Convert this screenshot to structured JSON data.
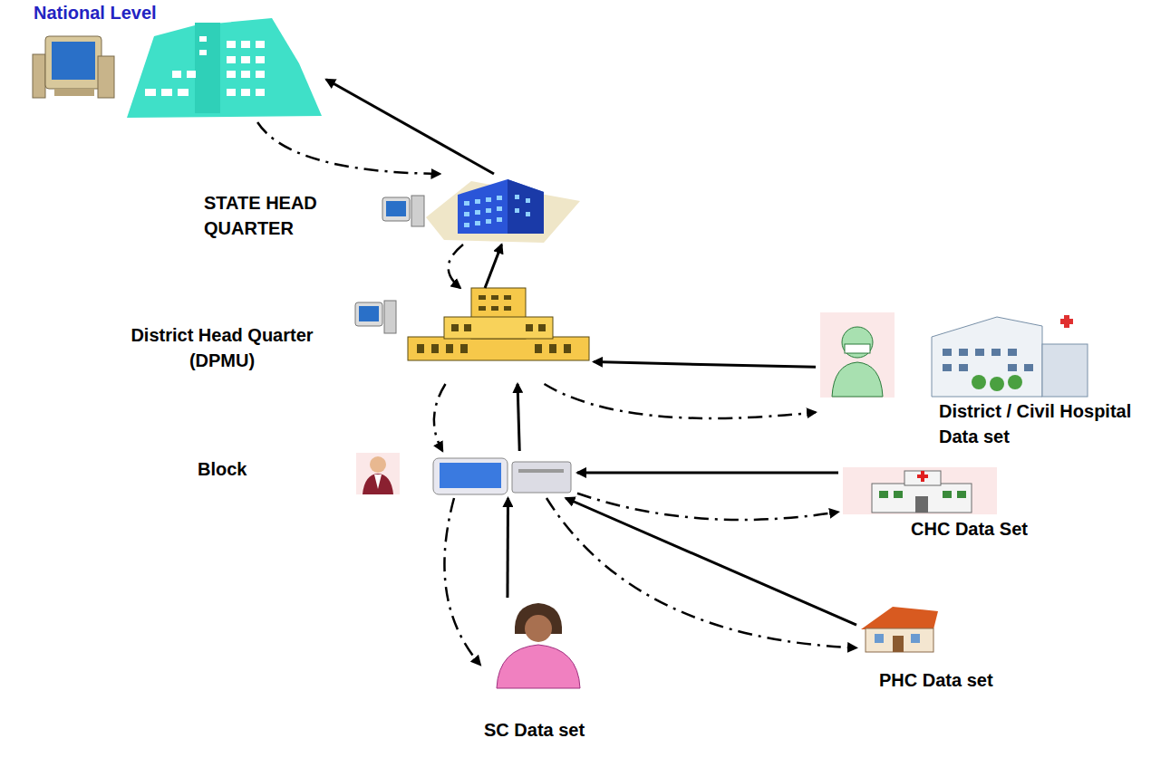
{
  "diagram": {
    "nodes": [
      {
        "text": [
          "National Level"
        ]
      },
      {
        "text": [
          "STATE HEAD QUARTER"
        ]
      },
      {
        "text": [
          "District Head Quarter (DPMU)"
        ]
      },
      {
        "text": [
          "Block"
        ]
      },
      {
        "text": [
          "District / Civil Hospital Data set"
        ]
      },
      {
        "text": [
          "CHC Data Set"
        ]
      },
      {
        "text": [
          "PHC Data set"
        ]
      },
      {
        "text": [
          "SC Data set"
        ]
      }
    ],
    "edges": [
      {
        "from": 1,
        "to": 0,
        "arrow": "to"
      },
      {
        "from": 0,
        "to": 1,
        "arrow": "to"
      },
      {
        "from": 2,
        "to": 1,
        "arrow": "to"
      },
      {
        "from": 1,
        "to": 2,
        "arrow": "to"
      },
      {
        "from": 3,
        "to": 2,
        "arrow": "to"
      },
      {
        "from": 2,
        "to": 3,
        "arrow": "to"
      },
      {
        "from": 4,
        "to": 2,
        "arrow": "to"
      },
      {
        "from": 2,
        "to": 4,
        "arrow": "to"
      },
      {
        "from": 5,
        "to": 3,
        "arrow": "to"
      },
      {
        "from": 3,
        "to": 5,
        "arrow": "to"
      },
      {
        "from": 6,
        "to": 3,
        "arrow": "to"
      },
      {
        "from": 3,
        "to": 6,
        "arrow": "to"
      },
      {
        "from": 7,
        "to": 3,
        "arrow": "to"
      },
      {
        "from": 3,
        "to": 7,
        "arrow": "to"
      }
    ]
  }
}
